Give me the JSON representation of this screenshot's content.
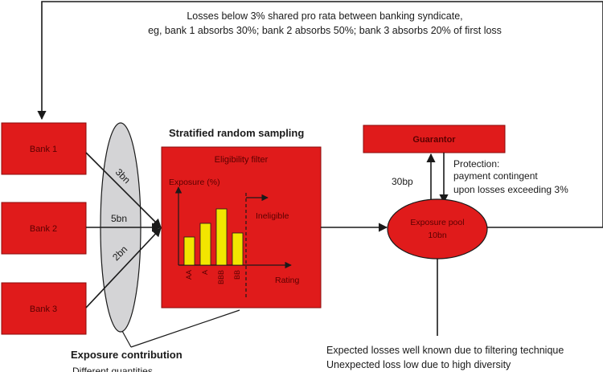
{
  "top_note": {
    "line1": "Losses below 3% shared pro rata between banking syndicate,",
    "line2": "eg, bank 1 absorbs 30%; bank 2 absorbs 50%; bank 3 absorbs 20% of first loss"
  },
  "banks": [
    {
      "label": "Bank 1",
      "flow": "3bn"
    },
    {
      "label": "Bank 2",
      "flow": "5bn"
    },
    {
      "label": "Bank 3",
      "flow": "2bn"
    }
  ],
  "sampling": {
    "title": "Stratified random sampling",
    "filter_label": "Eligibility filter",
    "y_axis": "Exposure (%)",
    "ineligible": "Ineligible",
    "x_axis": "Rating"
  },
  "chart_data": {
    "type": "bar",
    "categories": [
      "AA",
      "A",
      "BBB",
      "BB"
    ],
    "values": [
      35,
      52,
      70,
      40
    ],
    "ylabel": "Exposure (%)",
    "xlabel": "Rating",
    "ylim": [
      0,
      100
    ],
    "bar_color": "#f2e600"
  },
  "guarantor": {
    "label": "Guarantor"
  },
  "fee": "30bp",
  "protection": {
    "line1": "Protection:",
    "line2": "payment contingent",
    "line3": "upon losses exceeding 3%"
  },
  "pool": {
    "line1": "Exposure pool",
    "line2": "10bn"
  },
  "bottom_note": {
    "line1": "Expected losses well known due to filtering technique",
    "line2": "Unexpected loss low due to high diversity"
  },
  "contribution": {
    "title": "Exposure contribution",
    "subtitle": "Different quantities"
  },
  "colors": {
    "red": "#e01b1b",
    "grey": "#d4d4d6",
    "yellow": "#f2e600"
  }
}
